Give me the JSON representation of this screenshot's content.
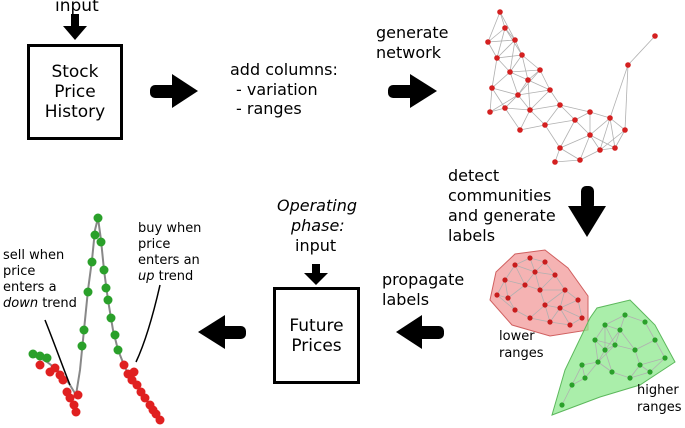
{
  "top_input_label": "input",
  "history_box": {
    "line1": "Stock",
    "line2": "Price",
    "line3": "History"
  },
  "add_columns": {
    "line1": "add columns:",
    "line2": "- variation",
    "line3": "- ranges"
  },
  "generate_network": {
    "line1": "generate",
    "line2": "network"
  },
  "detect": {
    "line1": "detect",
    "line2": "communities",
    "line3": "and generate",
    "line4": "labels"
  },
  "lower_ranges": {
    "line1": "lower",
    "line2": "ranges"
  },
  "higher_ranges": {
    "line1": "higher",
    "line2": "ranges"
  },
  "propagate": {
    "line1": "propagate",
    "line2": "labels"
  },
  "operating": {
    "line1": "Operating",
    "line2": "phase:",
    "line3": "input"
  },
  "future_box": {
    "line1": "Future",
    "line2": "Prices"
  },
  "sell": {
    "line1": "sell when",
    "line2": "price",
    "line3": "enters a",
    "line4_em": "down",
    "line4_rest": " trend"
  },
  "buy": {
    "line1": "buy when",
    "line2": "price",
    "line3": "enters an",
    "line4_em": "up",
    "line4_rest": " trend"
  },
  "colors": {
    "network_node": "#d42020",
    "lower_hull": "#f08080",
    "higher_hull": "#7de07d",
    "green_node": "#2aa02a",
    "edge": "#b0b0b0"
  }
}
